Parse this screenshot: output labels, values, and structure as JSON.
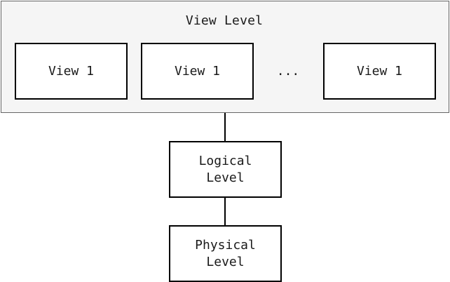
{
  "view_level": {
    "title": "View Level",
    "views": [
      "View 1",
      "View 1",
      "View 1"
    ],
    "ellipsis": "..."
  },
  "logical_level": {
    "label": "Logical\nLevel"
  },
  "physical_level": {
    "label": "Physical\nLevel"
  }
}
